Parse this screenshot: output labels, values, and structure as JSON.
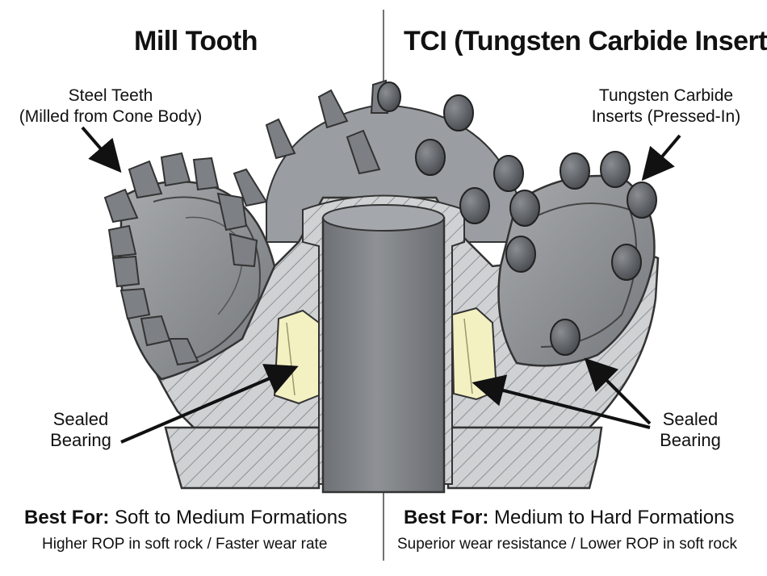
{
  "left": {
    "title": "Mill Tooth",
    "teeth_label_1": "Steel Teeth",
    "teeth_label_2": "(Milled from Cone Body)",
    "bearing_label_1": "Sealed",
    "bearing_label_2": "Bearing",
    "best_prefix": "Best For:",
    "best_text": "Soft to Medium Formations",
    "note": "Higher ROP in soft rock / Faster wear rate"
  },
  "right": {
    "title": "TCI (Tungsten Carbide Insert)",
    "insert_label_1": "Tungsten Carbide",
    "insert_label_2": "Inserts (Pressed-In)",
    "bearing_label_1": "Sealed",
    "bearing_label_2": "Bearing",
    "best_prefix": "Best For:",
    "best_text": "Medium to Hard Formations",
    "note": "Superior wear resistance / Lower ROP in soft rock"
  },
  "colors": {
    "steel_dark": "#5f6266",
    "steel_mid": "#8b8e92",
    "steel_light": "#b9bcbf",
    "hatch_body": "#c8cacc",
    "bearing": "#f3f0c2",
    "insert": "#4f5357"
  }
}
